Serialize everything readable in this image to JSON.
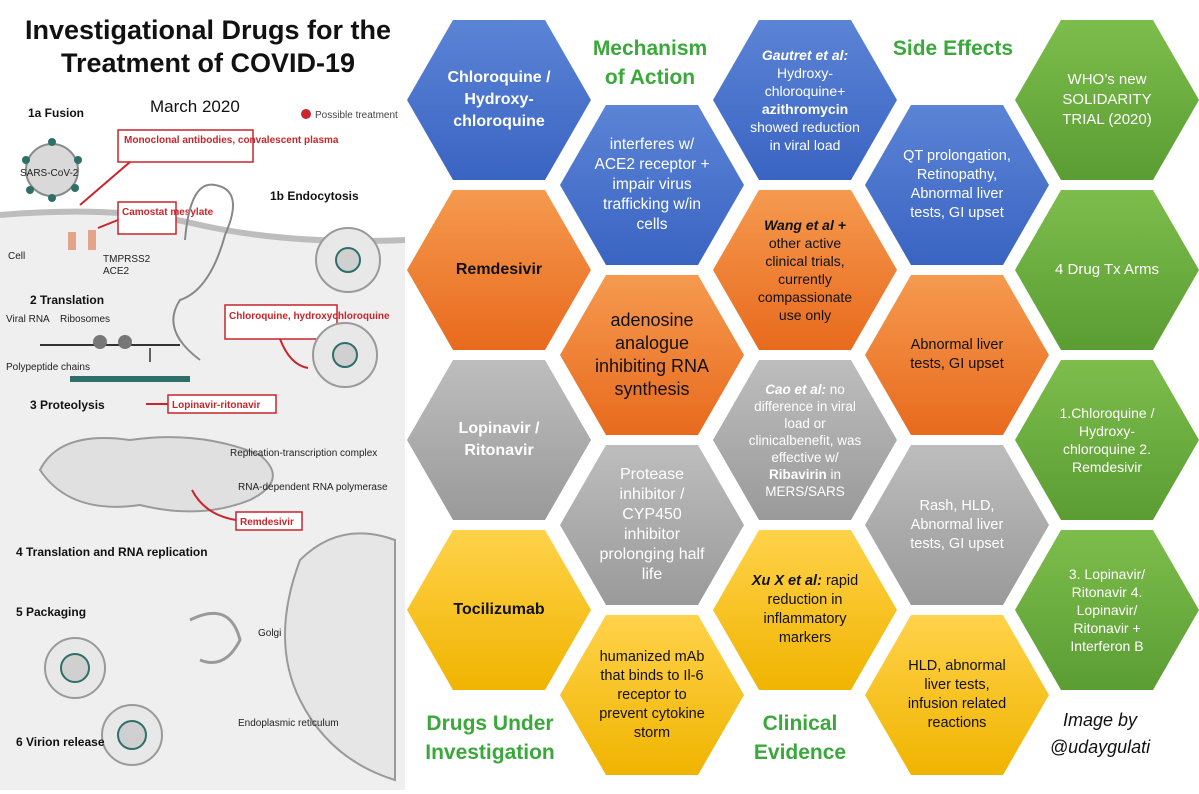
{
  "title": "Investigational Drugs for the Treatment of COVID-19",
  "subtitle": "March 2020",
  "left_panel": {
    "steps": {
      "fusion": "1a Fusion",
      "endocytosis": "1b Endocytosis",
      "translation": "2 Translation",
      "proteolysis": "3 Proteolysis",
      "translation_replication": "4 Translation and RNA replication",
      "packaging": "5 Packaging",
      "virion_release": "6 Virion release"
    },
    "legend": "Possible treatment",
    "labels": {
      "sars": "SARS-CoV-2",
      "cell": "Cell",
      "tmprss2": "TMPRSS2",
      "ace2": "ACE2",
      "viral_rna": "Viral RNA",
      "ribosomes": "Ribosomes",
      "polypeptide": "Polypeptide chains",
      "replication_complex": "Replication-transcription complex",
      "rdrp": "RNA-dependent RNA polymerase",
      "golgi": "Golgi",
      "er": "Endoplasmic reticulum"
    },
    "treatments": {
      "antibodies": "Monoclonal antibodies, convalescent plasma",
      "camostat": "Camostat mesylate",
      "chloroquine": "Chloroquine, hydroxychloroquine",
      "lopinavir": "Lopinavir-ritonavir",
      "remdesivir": "Remdesivir"
    }
  },
  "headers": {
    "mechanism": "Mechanism of Action",
    "side_effects": "Side Effects",
    "drugs": "Drugs Under Investigation",
    "evidence": "Clinical Evidence",
    "credit": "Image by @udaygulati"
  },
  "hexes": {
    "drug_chloroquine": "Chloroquine / Hydroxy-chloroquine",
    "drug_remdesivir": "Remdesivir",
    "drug_lopinavir": "Lopinavir / Ritonavir",
    "drug_tocilizumab": "Tocilizumab",
    "mech_chloroquine": "interferes w/ ACE2 receptor + impair virus trafficking w/in cells",
    "mech_remdesivir": "adenosine analogue inhibiting RNA synthesis",
    "mech_lopinavir": "Protease inhibitor / CYP450 inhibitor prolonging half life",
    "mech_tocilizumab": "humanized mAb that binds to Il-6 receptor to prevent cytokine storm",
    "ev_gautret_author": "Gautret et al:",
    "ev_gautret_1": "Hydroxy-chloroquine+",
    "ev_gautret_drug": "azithromycin",
    "ev_gautret_2": "showed reduction in viral load",
    "ev_wang_author": "Wang et al +",
    "ev_wang_text": "other active clinical trials, currently compassionate use only",
    "ev_cao_author": "Cao et al:",
    "ev_cao_1": "no difference in viral load or clinicalbenefit, was effective w/",
    "ev_cao_drug": "Ribavirin",
    "ev_cao_2": "in MERS/SARS",
    "ev_xu_author": "Xu X et al:",
    "ev_xu_text": "rapid reduction in inflammatory markers",
    "se_chloroquine": "QT prolongation, Retinopathy, Abnormal liver tests, GI upset",
    "se_remdesivir": "Abnormal liver tests, GI upset",
    "se_lopinavir": "Rash, HLD, Abnormal liver tests, GI upset",
    "se_tocilizumab": "HLD, abnormal liver tests, infusion related reactions",
    "who_title": "WHO’s new SOLIDARITY TRIAL (2020)",
    "who_arms": "4 Drug Tx Arms",
    "who_arms_1_2": "1.Chloroquine / Hydroxy-chloroquine 2. Remdesivir",
    "who_arms_3_4": "3. Lopinavir/ Ritonavir 4. Lopinavir/ Ritonavir + Interferon B"
  },
  "colors": {
    "blue": "#3a64c2",
    "orange": "#e86a1d",
    "gray": "#9a9a9a",
    "yellow": "#f0b400",
    "green": "#5a9d33",
    "header_green": "#3aa83a",
    "treatment_red": "#c8252c"
  }
}
